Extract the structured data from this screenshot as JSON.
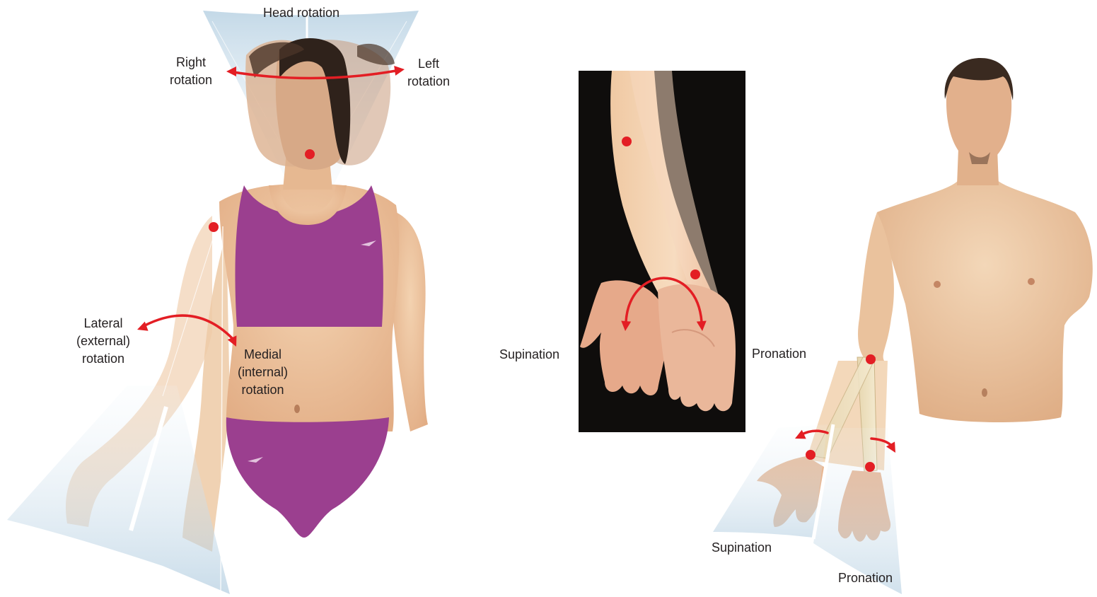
{
  "colors": {
    "arrow": "#e31e24",
    "pivot": "#e31e24",
    "plane_fill": "#c6dbe9",
    "swimsuit": "#9b3f8f",
    "skin_light": "#f0cfa9",
    "skin": "#e4b48c",
    "skin_shade": "#c98f66",
    "hair": "#3a2a20",
    "photo_bg": "#0f0d0c"
  },
  "icons": {
    "pivot": "filled-red-circle",
    "arrow": "curved-double-headed-arrow"
  },
  "labels": {
    "head_rotation": "Head rotation",
    "right_rotation": [
      "Right",
      "rotation"
    ],
    "left_rotation": [
      "Left",
      "rotation"
    ],
    "lateral_rotation": [
      "Lateral",
      "(external)",
      "rotation"
    ],
    "medial_rotation": [
      "Medial",
      "(internal)",
      "rotation"
    ],
    "supination_photo": "Supination",
    "pronation_photo": "Pronation",
    "supination_figure": "Supination",
    "pronation_figure": "Pronation"
  }
}
